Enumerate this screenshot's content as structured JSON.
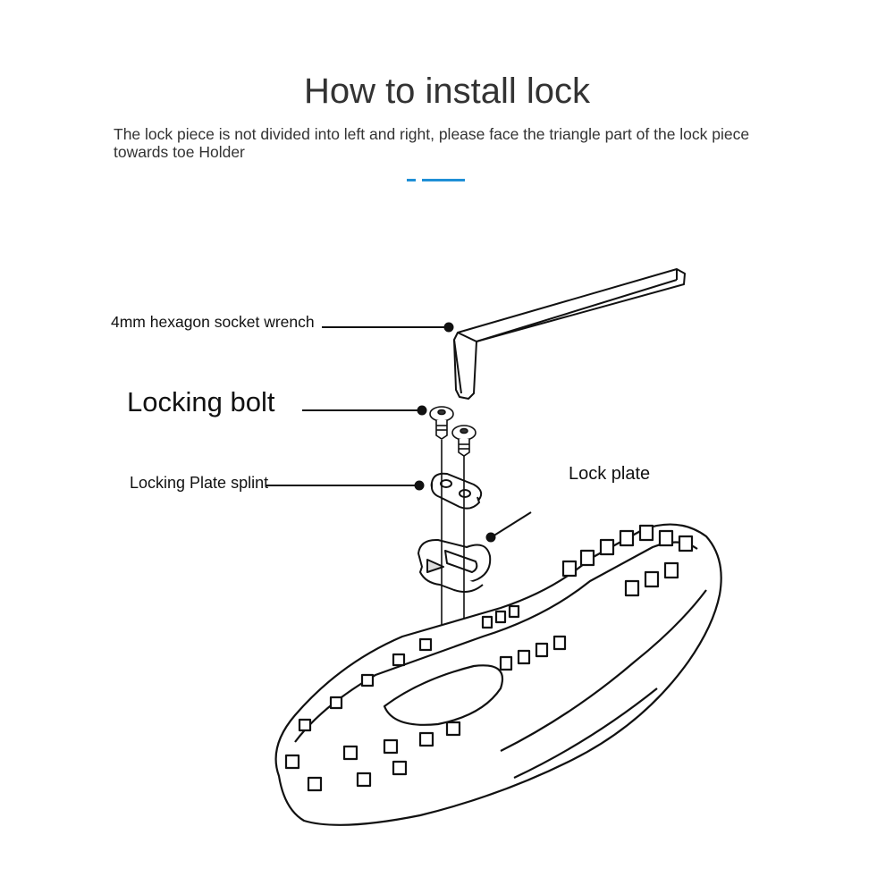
{
  "header": {
    "title": "How to install lock",
    "subtitle": "The lock piece is not divided into left and right, please face the triangle part of the lock piece towards toe Holder"
  },
  "labels": {
    "wrench": "4mm hexagon socket wrench",
    "bolt": "Locking bolt",
    "splint": "Locking Plate splint",
    "plate": "Lock plate"
  },
  "colors": {
    "accent": "#1f8fd6",
    "line": "#111111"
  }
}
